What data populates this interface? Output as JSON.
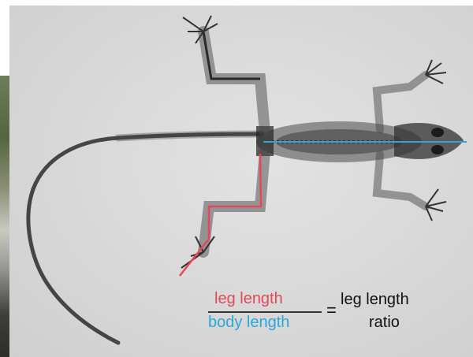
{
  "formula": {
    "numerator": "leg length",
    "denominator": "body length",
    "equals": "=",
    "result_line1": "leg length",
    "result_line2": "ratio"
  },
  "colors": {
    "leg_length": "#e5485a",
    "body_length": "#2aa8d8",
    "xray_background": "#d8d8d8",
    "lizard": "#2a2a2a"
  }
}
